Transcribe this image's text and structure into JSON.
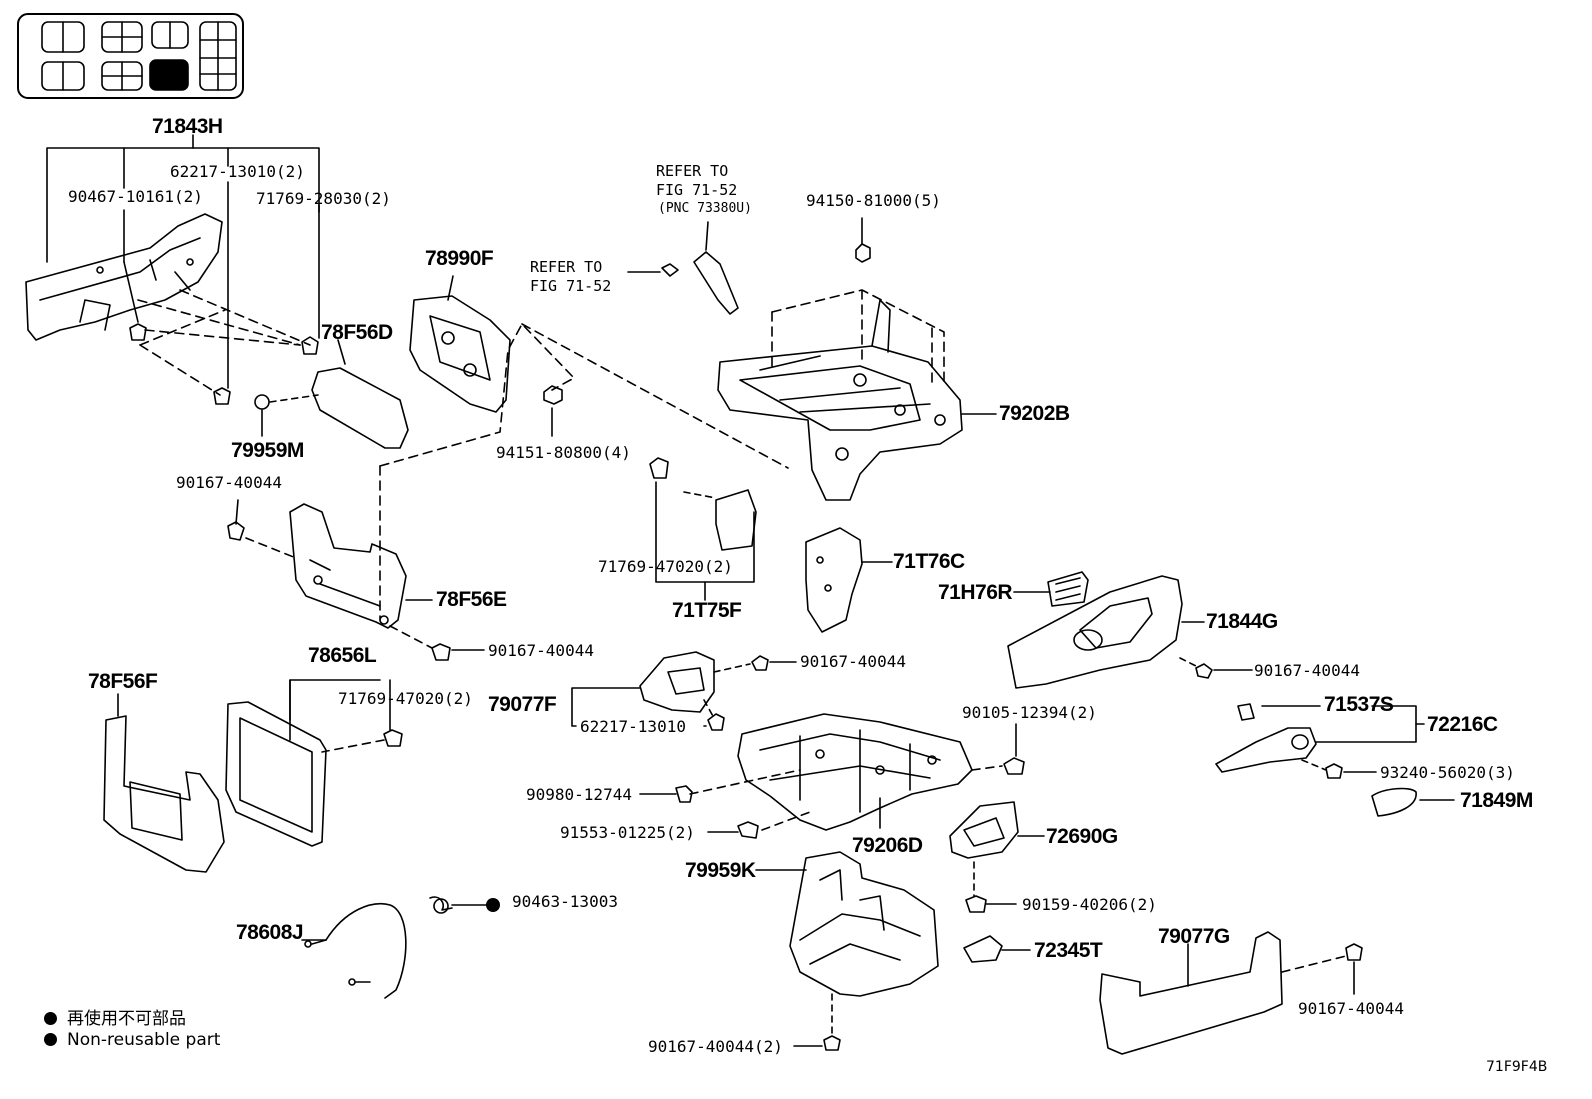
{
  "diagram_code": "71F9F4B",
  "refer_note_1": {
    "line1": "REFER TO",
    "line2": "FIG 71-52",
    "line3": "(PNC 73380U)"
  },
  "refer_note_2": {
    "line1": "REFER TO",
    "line2": "FIG 71-52"
  },
  "legend": {
    "jp": "再使用不可部品",
    "en": "Non-reusable part"
  },
  "parts": {
    "p71843H": "71843H",
    "p62217_13010_2": "62217-13010(2)",
    "p90467_10161_2": "90467-10161(2)",
    "p71769_28030_2": "71769-28030(2)",
    "p78F56D": "78F56D",
    "p79959M": "79959M",
    "p78990F": "78990F",
    "p94151_80800_4": "94151-80800(4)",
    "p94150_81000_5": "94150-81000(5)",
    "p79202B": "79202B",
    "p90167_40044_a": "90167-40044",
    "p78F56E": "78F56E",
    "p90167_40044_b": "90167-40044",
    "p71769_47020_2a": "71769-47020(2)",
    "p71T75F": "71T75F",
    "p71T76C": "71T76C",
    "p71H76R": "71H76R",
    "p71844G": "71844G",
    "p90167_40044_c": "90167-40044",
    "p78656L": "78656L",
    "p71769_47020_2b": "71769-47020(2)",
    "p90167_40044_d": "90167-40044",
    "p79077F": "79077F",
    "p62217_13010": "62217-13010",
    "p78F56F": "78F56F",
    "p90105_12394_2": "90105-12394(2)",
    "p71537S": "71537S",
    "p72216C": "72216C",
    "p93240_56020_3": "93240-56020(3)",
    "p71849M": "71849M",
    "p90980_12744": "90980-12744",
    "p91553_01225_2": "91553-01225(2)",
    "p79206D": "79206D",
    "p72690G": "72690G",
    "p79959K": "79959K",
    "p90463_13003": "90463-13003",
    "p78608J": "78608J",
    "p90159_40206_2": "90159-40206(2)",
    "p72345T": "72345T",
    "p79077G": "79077G",
    "p90167_40044_e": "90167-40044",
    "p90167_40044_2": "90167-40044(2)"
  }
}
